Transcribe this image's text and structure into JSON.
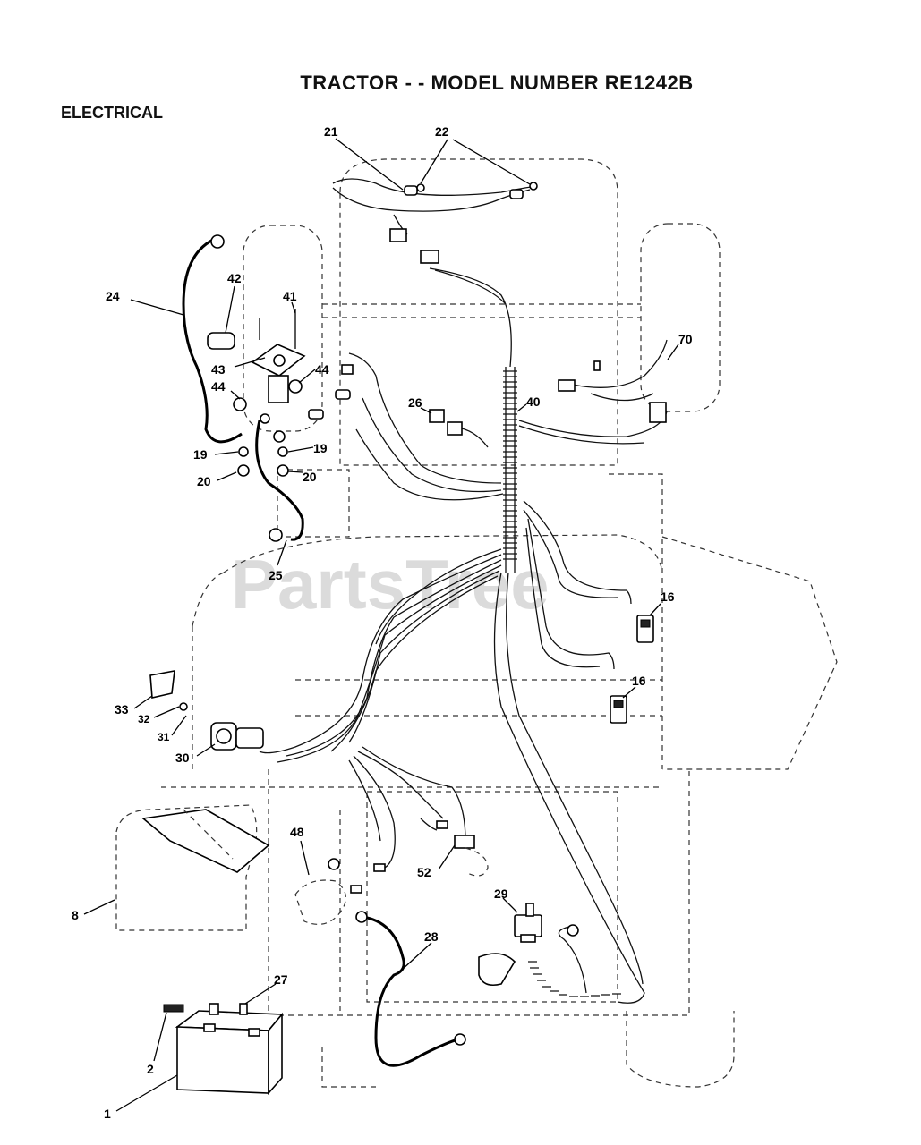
{
  "header": {
    "title": "TRACTOR - - MODEL NUMBER RE1242B",
    "section": "ELECTRICAL"
  },
  "watermark": "PartsTree",
  "callouts": [
    {
      "id": "c21",
      "label": "21"
    },
    {
      "id": "c22",
      "label": "22"
    },
    {
      "id": "c24",
      "label": "24"
    },
    {
      "id": "c42",
      "label": "42"
    },
    {
      "id": "c41",
      "label": "41"
    },
    {
      "id": "c43",
      "label": "43"
    },
    {
      "id": "c44a",
      "label": "44"
    },
    {
      "id": "c44b",
      "label": "44"
    },
    {
      "id": "c19a",
      "label": "19"
    },
    {
      "id": "c19b",
      "label": "19"
    },
    {
      "id": "c20a",
      "label": "20"
    },
    {
      "id": "c20b",
      "label": "20"
    },
    {
      "id": "c25",
      "label": "25"
    },
    {
      "id": "c26",
      "label": "26"
    },
    {
      "id": "c40",
      "label": "40"
    },
    {
      "id": "c70",
      "label": "70"
    },
    {
      "id": "c16a",
      "label": "16"
    },
    {
      "id": "c16b",
      "label": "16"
    },
    {
      "id": "c33",
      "label": "33"
    },
    {
      "id": "c32",
      "label": "32"
    },
    {
      "id": "c31",
      "label": "31"
    },
    {
      "id": "c30",
      "label": "30"
    },
    {
      "id": "c48",
      "label": "48"
    },
    {
      "id": "c52",
      "label": "52"
    },
    {
      "id": "c29",
      "label": "29"
    },
    {
      "id": "c28",
      "label": "28"
    },
    {
      "id": "c8",
      "label": "8"
    },
    {
      "id": "c27",
      "label": "27"
    },
    {
      "id": "c2",
      "label": "2"
    },
    {
      "id": "c1",
      "label": "1"
    }
  ]
}
